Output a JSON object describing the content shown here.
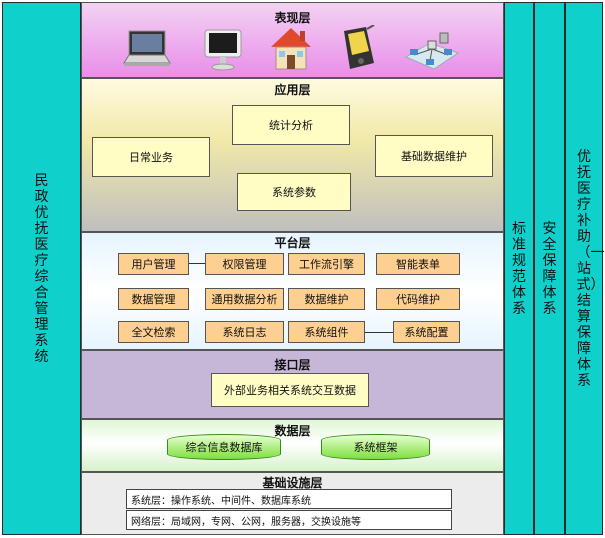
{
  "left_column": {
    "title": "民政优抚医疗综合管理系统"
  },
  "right_columns": [
    {
      "title": "标准规范体系"
    },
    {
      "title": "安全保障体系"
    },
    {
      "title": "优抚医疗补助（一站式）结算保障体系"
    }
  ],
  "presentation_layer": {
    "title": "表现层",
    "icons": [
      "laptop-icon",
      "monitor-icon",
      "house-icon",
      "pda-icon",
      "network-icon"
    ]
  },
  "application_layer": {
    "title": "应用层",
    "modules": [
      "日常业务",
      "统计分析",
      "系统参数",
      "基础数据维护"
    ]
  },
  "platform_layer": {
    "title": "平台层",
    "modules": [
      "用户管理",
      "权限管理",
      "工作流引擎",
      "智能表单",
      "数据管理",
      "通用数据分析",
      "数据维护",
      "代码维护",
      "全文检索",
      "系统日志",
      "系统组件",
      "系统配置"
    ]
  },
  "interface_layer": {
    "title": "接口层",
    "modules": [
      "外部业务相关系统交互数据"
    ]
  },
  "data_layer": {
    "title": "数据层",
    "stores": [
      "综合信息数据库",
      "系统框架"
    ]
  },
  "infrastructure_layer": {
    "title": "基础设施层",
    "rows": [
      "系统层：操作系统、中间件、数据库系统",
      "网络层：局域网，专网、公网，服务器，交换设施等"
    ]
  },
  "colors": {
    "column": "#0fd0cb",
    "module": "#fffcc4",
    "platform_module": "#fdcf90",
    "database": "#7fdf3f"
  }
}
